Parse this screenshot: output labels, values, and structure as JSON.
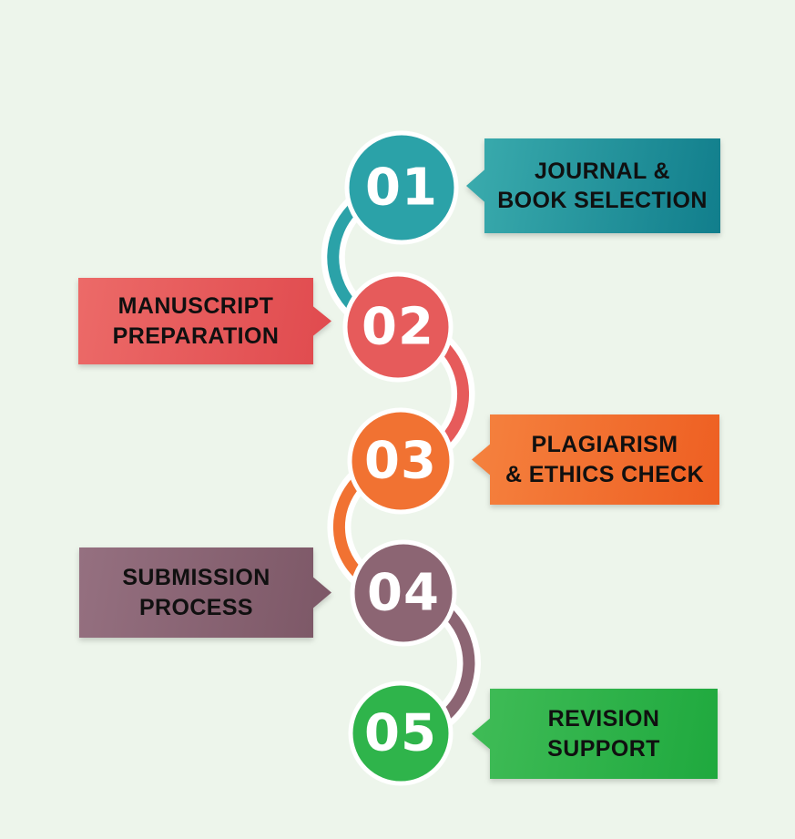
{
  "background_color": "#edf5eb",
  "text_color": "#101010",
  "number_text_color": "#ffffff",
  "steps": [
    {
      "number": "01",
      "label_line1": "JOURNAL &",
      "label_line2": "BOOK SELECTION",
      "side": "right",
      "circle_color": "#2ba2a8",
      "banner_color_light": "#3bacae",
      "banner_color_dark": "#117e8c"
    },
    {
      "number": "02",
      "label_line1": "MANUSCRIPT",
      "label_line2": "PREPARATION",
      "side": "left",
      "circle_color": "#e65b5b",
      "banner_color_light": "#ec6a68",
      "banner_color_dark": "#e04a4e"
    },
    {
      "number": "03",
      "label_line1": "PLAGIARISM",
      "label_line2": "& ETHICS CHECK",
      "side": "right",
      "circle_color": "#f17232",
      "banner_color_light": "#f5823f",
      "banner_color_dark": "#ee5f22"
    },
    {
      "number": "04",
      "label_line1": "SUBMISSION",
      "label_line2": "PROCESS",
      "side": "left",
      "circle_color": "#8c6573",
      "banner_color_light": "#957080",
      "banner_color_dark": "#7c5766"
    },
    {
      "number": "05",
      "label_line1": "REVISION",
      "label_line2": "SUPPORT",
      "side": "right",
      "circle_color": "#2fb44b",
      "banner_color_light": "#40bc57",
      "banner_color_dark": "#1fa93e"
    }
  ]
}
